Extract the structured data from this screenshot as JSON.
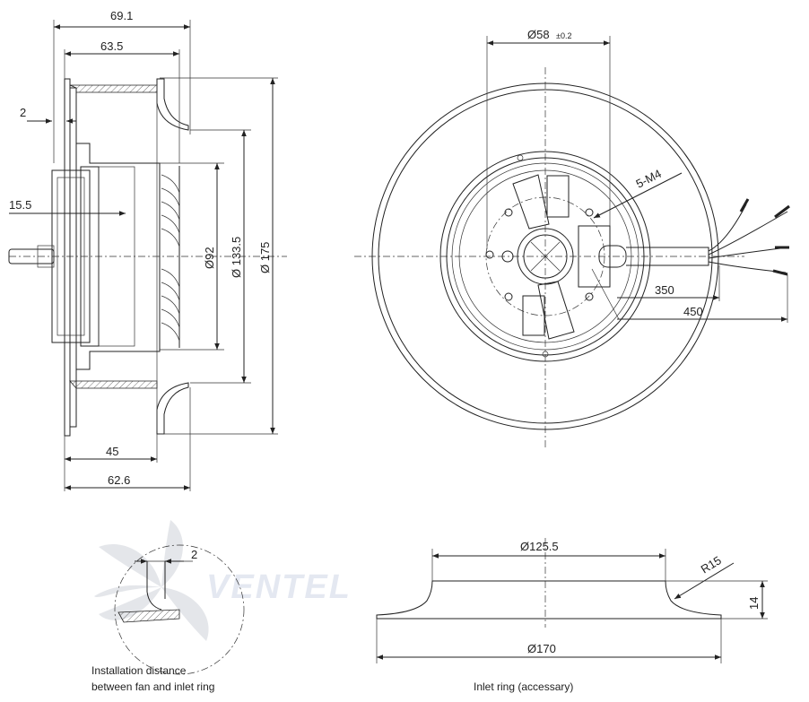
{
  "side_view": {
    "dims": {
      "w_total": "69.1",
      "w_main": "63.5",
      "gap": "2",
      "shaft": "15.5",
      "d_hub": "Ø92",
      "d_inlet": "Ø 133.5",
      "d_outer": "Ø 175",
      "depth_inner": "45",
      "depth_base": "62.6"
    }
  },
  "front_view": {
    "dims": {
      "d_center": "Ø58",
      "tol": "±0.2",
      "holes": "5-M4",
      "cable_350": "350",
      "cable_450": "450"
    }
  },
  "detail": {
    "gap": "2",
    "caption_line1": "Installation distance",
    "caption_line2": "between fan and inlet ring"
  },
  "inlet_ring": {
    "d_inner": "Ø125.5",
    "radius": "R15",
    "height": "14",
    "d_outer": "Ø170",
    "caption": "Inlet ring  (accessary)"
  },
  "watermark": {
    "brand": "VENTEL"
  },
  "colors": {
    "line": "#222222",
    "watermark": "#cfd6e6"
  }
}
